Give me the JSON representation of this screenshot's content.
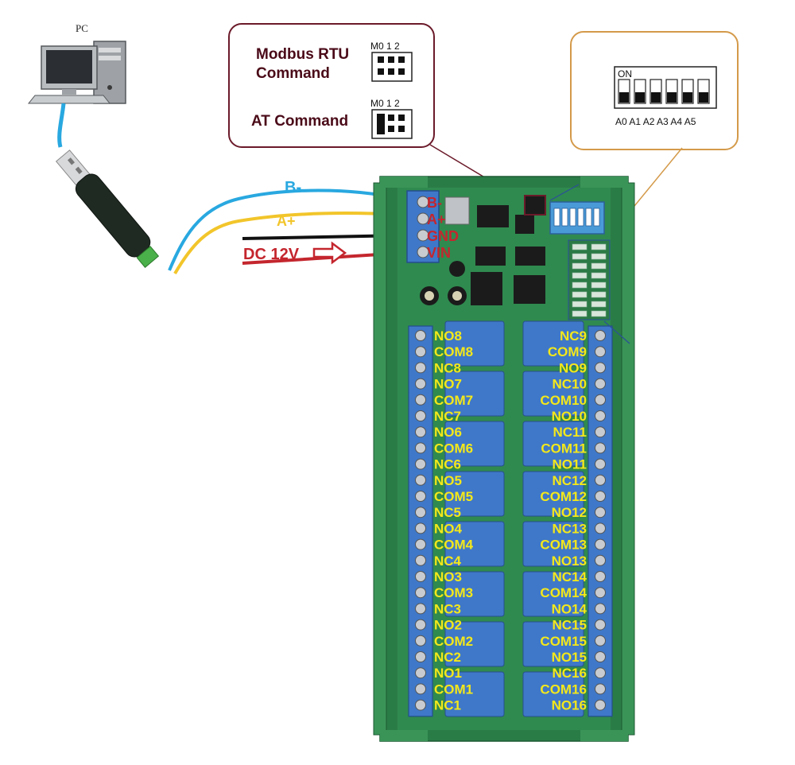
{
  "pc": {
    "label": "PC"
  },
  "wires": {
    "b_minus": "B-",
    "a_plus": "A+",
    "dc": "DC 12V"
  },
  "power_terminals": [
    "B-",
    "A+",
    "GND",
    "VIN"
  ],
  "mode_box": {
    "jumper_header": "M0 1 2",
    "modbus_line1": "Modbus RTU",
    "modbus_line2": "Command",
    "at_label": "AT Command"
  },
  "dip_box": {
    "on_label": "ON",
    "switch_labels": "A0 A1 A2 A3 A4 A5"
  },
  "left_terminals": [
    "NO8",
    "COM8",
    "NC8",
    "NO7",
    "COM7",
    "NC7",
    "NO6",
    "COM6",
    "NC6",
    "NO5",
    "COM5",
    "NC5",
    "NO4",
    "COM4",
    "NC4",
    "NO3",
    "COM3",
    "NC3",
    "NO2",
    "COM2",
    "NC2",
    "NO1",
    "COM1",
    "NC1"
  ],
  "right_terminals": [
    "NC9",
    "COM9",
    "NO9",
    "NC10",
    "COM10",
    "NO10",
    "NC11",
    "COM11",
    "NO11",
    "NC12",
    "COM12",
    "NO12",
    "NC13",
    "COM13",
    "NO13",
    "NC14",
    "COM14",
    "NO14",
    "NC15",
    "COM15",
    "NO15",
    "NC16",
    "COM16",
    "NO16"
  ],
  "colors": {
    "board": "#2f8a4f",
    "relay": "#3f78c8",
    "terminal_text": "#f4e81a",
    "wire_blue": "#29a8e0",
    "wire_yellow": "#f2c52a",
    "wire_red": "#c4262e",
    "box_border_dark": "#6b1a2a",
    "box_border_orange": "#d49a4a"
  }
}
